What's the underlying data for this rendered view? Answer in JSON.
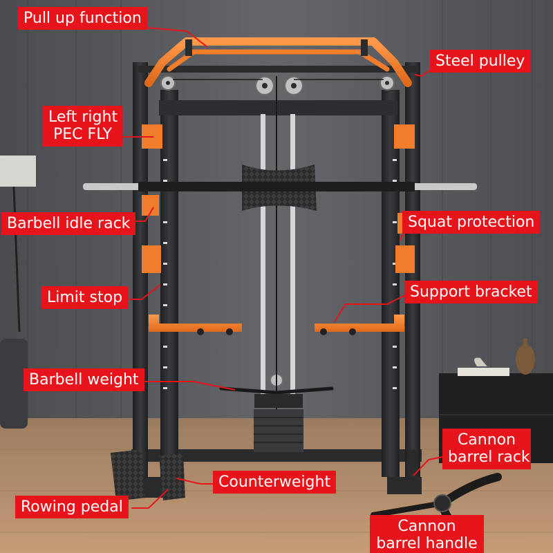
{
  "callouts": {
    "pull_up": "Pull up function",
    "steel_pulley": "Steel pulley",
    "pec_fly_line1": "Left right",
    "pec_fly_line2": "PEC FLY",
    "barbell_idle_rack": "Barbell idle rack",
    "squat_protection": "Squat protection",
    "limit_stop": "Limit stop",
    "support_bracket": "Support bracket",
    "barbell_weight": "Barbell weight",
    "cannon_rack_line1": "Cannon",
    "cannon_rack_line2": "barrel rack",
    "counterweight": "Counterweight",
    "rowing_pedal": "Rowing pedal",
    "cannon_handle_line1": "Cannon",
    "cannon_handle_line2": "barrel handle"
  },
  "colors": {
    "label_bg": "#e8141b",
    "accent_orange": "#f07c2c",
    "frame": "#2b2d30",
    "wall": "#5a5c5f",
    "floor": "#b28d6c"
  }
}
